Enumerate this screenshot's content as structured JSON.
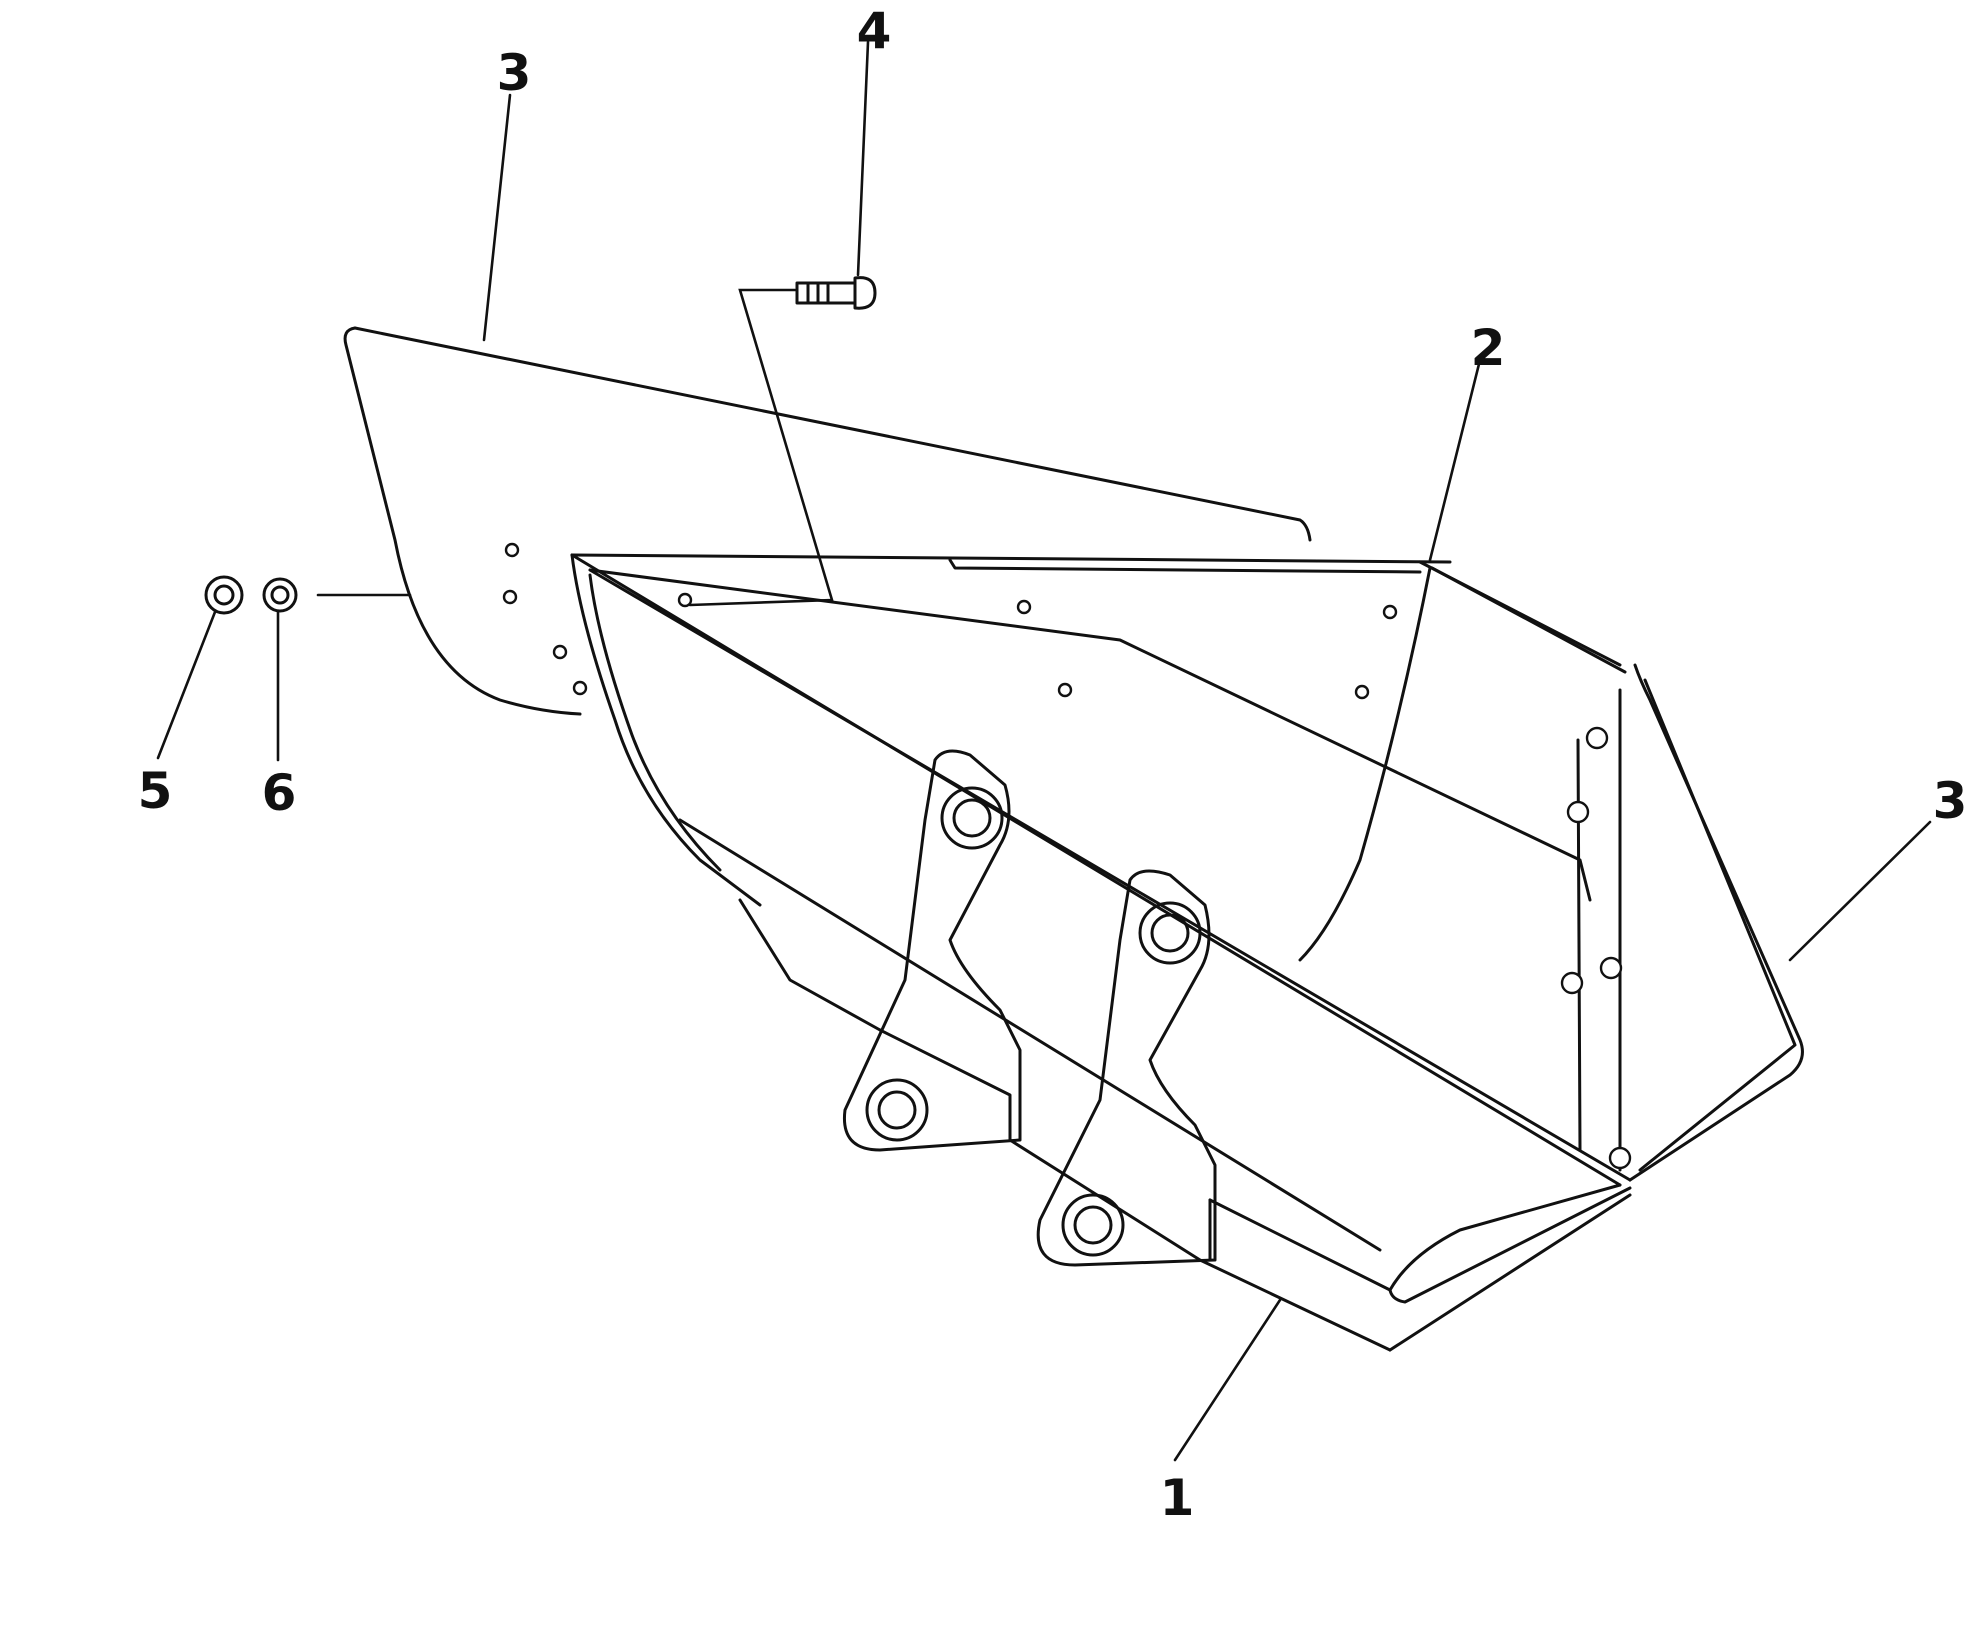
{
  "callouts": {
    "c1": "1",
    "c2": "2",
    "c3_left": "3",
    "c3_right": "3",
    "c4": "4",
    "c5": "5",
    "c6": "6"
  },
  "colors": {
    "ink": "#111111",
    "paper": "#ffffff"
  }
}
